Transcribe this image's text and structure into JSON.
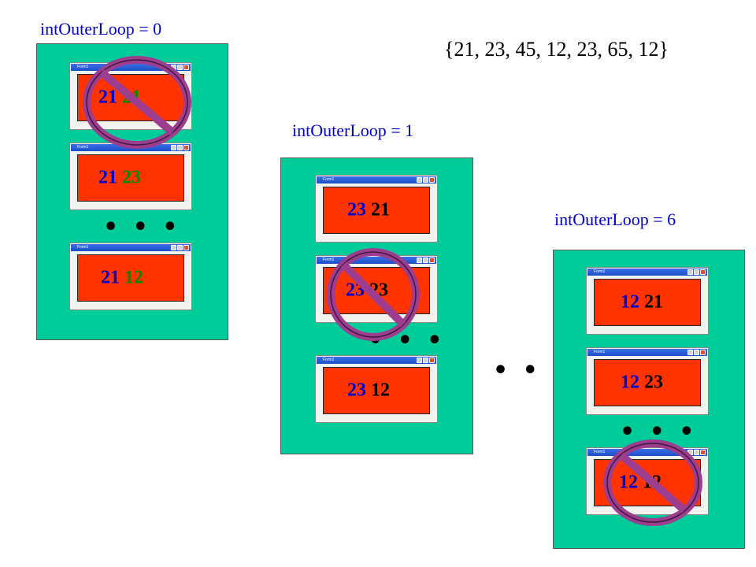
{
  "array_text": "{21, 23, 45, 12, 23, 65, 12}",
  "window_title": "Form1",
  "ellipsis": "• • •",
  "panels": [
    {
      "label": "intOuterLoop = 0",
      "rows": [
        {
          "a": "21",
          "b": "21",
          "crossed": true
        },
        {
          "a": "21",
          "b": "23",
          "crossed": false
        },
        {
          "a": "21",
          "b": "12",
          "crossed": false
        }
      ]
    },
    {
      "label": "intOuterLoop = 1",
      "rows": [
        {
          "a": "23",
          "b": "21",
          "crossed": false
        },
        {
          "a": "23",
          "b": "23",
          "crossed": true
        },
        {
          "a": "23",
          "b": "12",
          "crossed": false
        }
      ]
    },
    {
      "label": "intOuterLoop = 6",
      "rows": [
        {
          "a": "12",
          "b": "21",
          "crossed": false
        },
        {
          "a": "12",
          "b": "23",
          "crossed": false
        },
        {
          "a": "12",
          "b": "12",
          "crossed": true
        }
      ]
    }
  ],
  "colors": {
    "panel": "#00cc99",
    "window_body": "#ff3300",
    "label": "#0000cc",
    "no_sign": "#9c3d8f"
  }
}
